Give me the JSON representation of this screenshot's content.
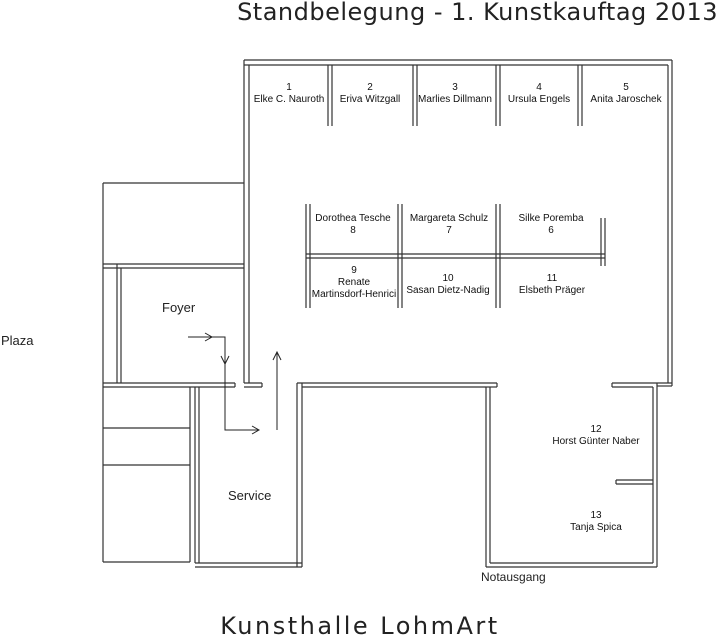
{
  "title": "Standbelegung - 1. Kunstkauftag 2013",
  "footer": "Kunsthalle LohmArt",
  "rooms": {
    "plaza": "Plaza",
    "foyer": "Foyer",
    "service": "Service",
    "emergency_exit": "Notausgang"
  },
  "stands": [
    {
      "number": "1",
      "name": "Elke C. Nauroth"
    },
    {
      "number": "2",
      "name": "Eriva Witzgall"
    },
    {
      "number": "3",
      "name": "Marlies Dillmann"
    },
    {
      "number": "4",
      "name": "Ursula Engels"
    },
    {
      "number": "5",
      "name": "Anita Jaroschek"
    },
    {
      "number": "8",
      "name": "Dorothea Tesche"
    },
    {
      "number": "7",
      "name": "Margareta Schulz"
    },
    {
      "number": "6",
      "name": "Silke Poremba"
    },
    {
      "number": "9",
      "name": "Renate",
      "name2": "Martinsdorf-Henrici"
    },
    {
      "number": "10",
      "name": "Sasan Dietz-Nadig"
    },
    {
      "number": "11",
      "name": "Elsbeth Präger"
    },
    {
      "number": "12",
      "name": "Horst Günter Naber"
    },
    {
      "number": "13",
      "name": "Tanja Spica"
    }
  ]
}
